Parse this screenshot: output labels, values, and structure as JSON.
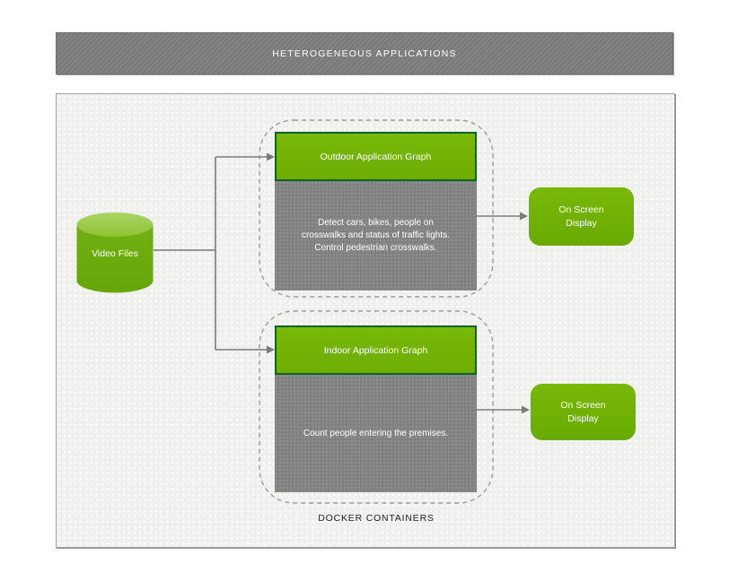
{
  "title_bar": {
    "label": "HETEROGENEOUS APPLICATIONS"
  },
  "source": {
    "label": "Video Files"
  },
  "groups": {
    "caption": "DOCKER CONTAINERS",
    "outdoor": {
      "title": "Outdoor Application Graph",
      "desc_lines": [
        "Detect cars, bikes, people on",
        "crosswalks and status of traffic lights.",
        "Control pedestrian crosswalks."
      ],
      "output_label": "On Screen Display"
    },
    "indoor": {
      "title": "Indoor Application Graph",
      "desc_lines": [
        "Count people entering the premises."
      ],
      "output_label": "On Screen Display"
    }
  },
  "colors": {
    "accent_green": "#76b900",
    "green_dark_border": "#0d6130",
    "node_gray": "#818181",
    "title_bar_gray": "#7d7d7d",
    "panel_background": "#efefed",
    "connector_gray": "#7a7a7a"
  }
}
